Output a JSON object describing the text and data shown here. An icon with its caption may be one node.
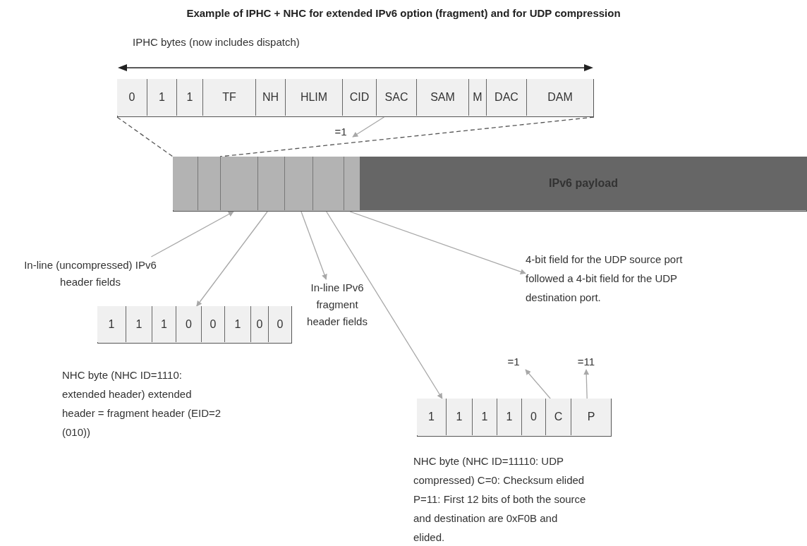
{
  "diagram": {
    "title": "Example of IPHC + NHC for extended IPv6 option (fragment) and for UDP compression",
    "nodes": [
      {
        "text": [],
        "shape": "box"
      },
      {
        "text": [
          "0"
        ],
        "in": 0
      },
      {
        "text": [
          "1"
        ],
        "in": 0
      },
      {
        "text": [
          "1"
        ],
        "in": 0
      },
      {
        "text": [
          "TF"
        ],
        "in": 0
      },
      {
        "text": [
          "NH"
        ],
        "in": 0
      },
      {
        "text": [
          "HLIM"
        ],
        "in": 0
      },
      {
        "text": [
          "CID"
        ],
        "in": 0
      },
      {
        "text": [
          "SAC"
        ],
        "in": 0
      },
      {
        "text": [
          "SAM"
        ],
        "in": 0
      },
      {
        "text": [
          "M"
        ],
        "in": 0
      },
      {
        "text": [
          "DAC"
        ],
        "in": 0
      },
      {
        "text": [
          "DAM"
        ],
        "in": 0
      },
      {
        "text": [
          "=1"
        ]
      },
      {
        "text": [],
        "shape": "bar"
      },
      {
        "text": [],
        "shape": "box",
        "in": 14
      },
      {
        "text": [],
        "shape": "box",
        "in": 14
      },
      {
        "text": [],
        "shape": "box",
        "in": 14
      },
      {
        "text": [],
        "shape": "box",
        "in": 14
      },
      {
        "text": [],
        "shape": "box",
        "in": 14
      },
      {
        "text": [],
        "shape": "box",
        "in": 14
      },
      {
        "text": [],
        "shape": "box",
        "in": 14
      },
      {
        "text": [
          "IPv6 payload"
        ],
        "in": 14
      },
      {
        "text": [
          "In-line (uncompressed) IPv6 header fields"
        ]
      },
      {
        "text": [],
        "shape": "box",
        "beside": [
          "NHC byte (NHC ID=1110: extended header) extended header = fragment header (EID=2 (010))"
        ]
      },
      {
        "text": [
          "1"
        ],
        "in": 24
      },
      {
        "text": [
          "1"
        ],
        "in": 24
      },
      {
        "text": [
          "1"
        ],
        "in": 24
      },
      {
        "text": [
          "0"
        ],
        "in": 24
      },
      {
        "text": [
          "0"
        ],
        "in": 24
      },
      {
        "text": [
          "1"
        ],
        "in": 24
      },
      {
        "text": [
          "0"
        ],
        "in": 24
      },
      {
        "text": [
          "0"
        ],
        "in": 24
      },
      {
        "text": [
          "In-line IPv6 fragment header fields"
        ]
      },
      {
        "text": [
          "=1"
        ]
      },
      {
        "text": [
          "=11"
        ]
      },
      {
        "text": [],
        "shape": "box",
        "beside": [
          "NHC byte (NHC ID=11110: UDP compressed) C=0: Checksum elided P=11: First 12 bits of both the source and destination are 0xF0B and elided."
        ]
      },
      {
        "text": [
          "1"
        ],
        "in": 36
      },
      {
        "text": [
          "1"
        ],
        "in": 36
      },
      {
        "text": [
          "1"
        ],
        "in": 36
      },
      {
        "text": [
          "1"
        ],
        "in": 36
      },
      {
        "text": [
          "0"
        ],
        "in": 36
      },
      {
        "text": [
          "C"
        ],
        "in": 36
      },
      {
        "text": [
          "P"
        ],
        "in": 36
      },
      {
        "text": [
          "4-bit field for the UDP source port followed a 4-bit field for the UDP destination port."
        ]
      }
    ],
    "edges": [
      {
        "from": 8,
        "to": 13,
        "arrow": "to"
      },
      {
        "from": 23,
        "to": 17,
        "arrow": "to"
      },
      {
        "from": 18,
        "to": 24,
        "arrow": "to"
      },
      {
        "from": 19,
        "to": 33,
        "arrow": "to"
      },
      {
        "from": 20,
        "to": 36,
        "arrow": "to"
      },
      {
        "from": 21,
        "to": 44,
        "arrow": "to"
      },
      {
        "from": 42,
        "to": 34,
        "arrow": "to"
      },
      {
        "from": 43,
        "to": 35,
        "arrow": "to"
      },
      {
        "from": 0,
        "to": 15,
        "arrow": "none",
        "style": "dashed",
        "color": "#555555"
      },
      {
        "from": 0,
        "to": 17,
        "arrow": "none",
        "style": "dashed",
        "color": "#555555"
      }
    ],
    "labels": [
      "IPHC bytes (now includes dispatch)"
    ]
  }
}
